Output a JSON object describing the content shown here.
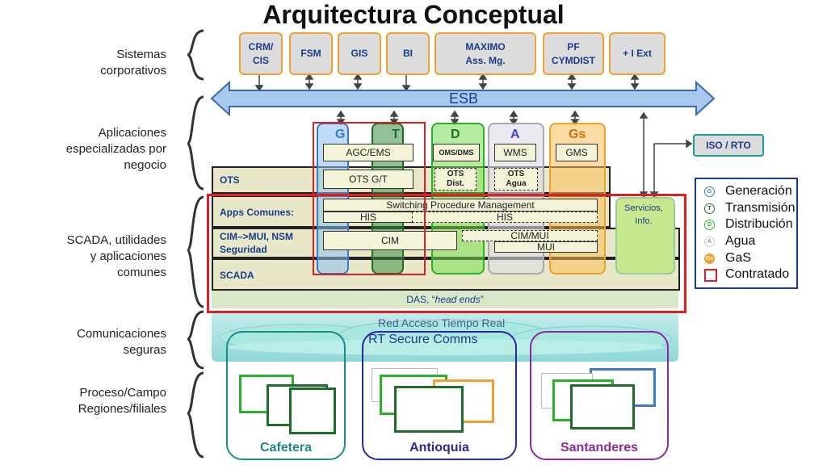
{
  "title": "Arquitectura Conceptual",
  "left_labels": {
    "sistemas": "Sistemas\ncorporativos",
    "aplicaciones": "Aplicaciones\nespecializadas por\nnegocio",
    "scada": "SCADA, utilidades\ny aplicaciones\ncomunes",
    "comunicaciones": "Comunicaciones\nseguras",
    "proceso": "Proceso/Campo\nRegiones/filiales"
  },
  "corporate_systems": [
    "CRM/\nCIS",
    "FSM",
    "GIS",
    "BI",
    "MAXIMO\nAss. Mg.",
    "PF\nCYMDIST",
    "+ I Ext"
  ],
  "esb_label": "ESB",
  "business_columns": {
    "g": "G",
    "t": "T",
    "d": "D",
    "a": "A",
    "gs": "Gs"
  },
  "app_boxes": {
    "agc_ems": "AGC/EMS",
    "oms_dms": "OMS/DMS",
    "wms": "WMS",
    "gms": "GMS",
    "ots_gt": "OTS G/T",
    "ots_dist": "OTS\nDist.",
    "ots_agua": "OTS\nAgua",
    "switching": "Switching Procedure Management",
    "his1": "HIS",
    "his2": "HIS",
    "cim": "CIM",
    "cim_mui": "CIM/MUI",
    "mui": "MUI",
    "servicios": "Servicios,\nInfo.",
    "iso_rto": "ISO / RTO"
  },
  "bands": {
    "ots": "OTS",
    "apps_comunes": "Apps Comunes:",
    "cim_mui": "CIM–>MUI, NSM\nSeguridad",
    "scada": "SCADA",
    "das": "DAS, “head ends”"
  },
  "network": {
    "red": "Red Acceso Tiempo Real",
    "rt": "RT Secure Comms"
  },
  "regions": [
    "Cafetera",
    "Antioquia",
    "Santanderes"
  ],
  "legend": [
    {
      "icon": "G",
      "label": "Generación",
      "color": "#3a7ac8"
    },
    {
      "icon": "T",
      "label": "Transmisión",
      "color": "#1d6e2a"
    },
    {
      "icon": "D",
      "label": "Distribución",
      "color": "#2ab02a"
    },
    {
      "icon": "A",
      "label": "Agua",
      "color": "#8a8ad8"
    },
    {
      "icon": "Gs",
      "label": "GaS",
      "color": "#f0a030"
    },
    {
      "icon": "",
      "label": "Contratado",
      "color": "#e02020"
    }
  ]
}
